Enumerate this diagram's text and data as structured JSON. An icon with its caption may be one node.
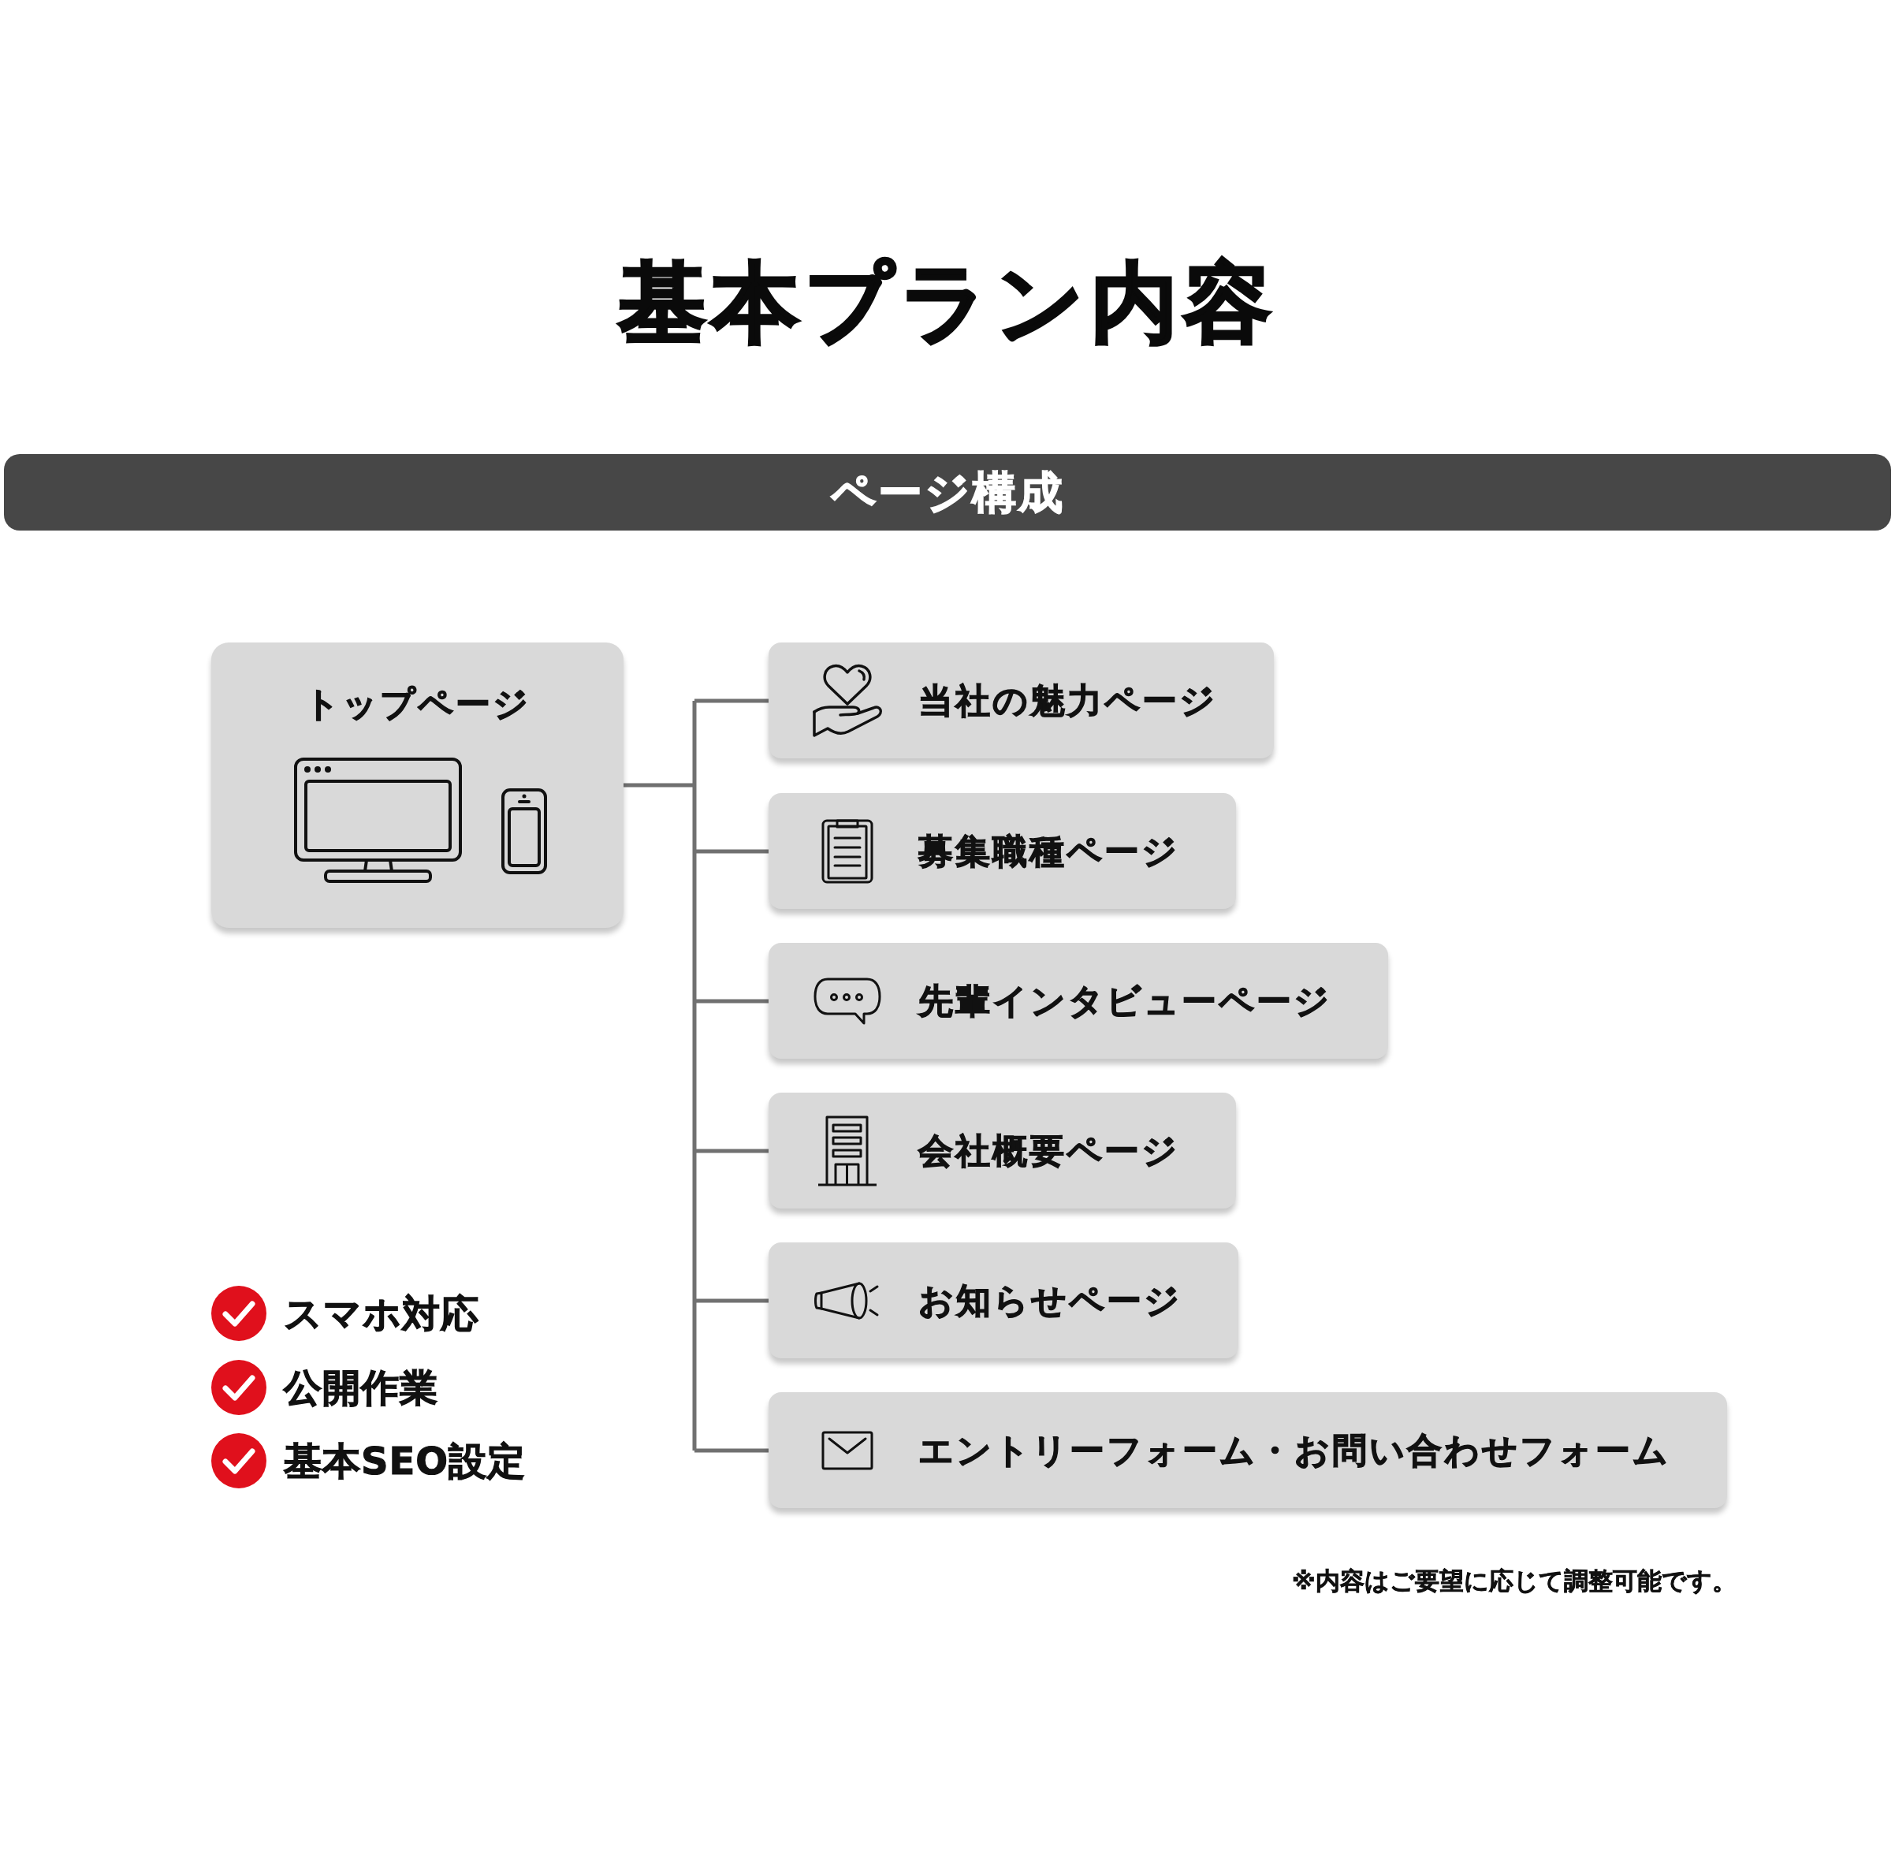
{
  "diagram": {
    "title": "基本プラン内容",
    "nodes": [
      {
        "text": [
          "ページ構成"
        ]
      },
      {
        "text": [
          "トップページ"
        ]
      },
      {
        "text": [
          "当社の魅力ページ"
        ]
      },
      {
        "text": [
          "募集職種ページ"
        ]
      },
      {
        "text": [
          "先輩インタビューページ"
        ]
      },
      {
        "text": [
          "会社概要ページ"
        ]
      },
      {
        "text": [
          "お知らせページ"
        ]
      },
      {
        "text": [
          "エントリーフォーム・お問い合わせフォーム"
        ]
      }
    ],
    "edges": [
      {
        "from": 1,
        "to": 2,
        "arrow": "none"
      },
      {
        "from": 1,
        "to": 3,
        "arrow": "none"
      },
      {
        "from": 1,
        "to": 4,
        "arrow": "none"
      },
      {
        "from": 1,
        "to": 5,
        "arrow": "none"
      },
      {
        "from": 1,
        "to": 6,
        "arrow": "none"
      },
      {
        "from": 1,
        "to": 7,
        "arrow": "none"
      }
    ],
    "labels": [
      "スマホ対応",
      "公開作業",
      "基本SEO設定",
      "※内容はご要望に応じて調整可能です。"
    ]
  }
}
